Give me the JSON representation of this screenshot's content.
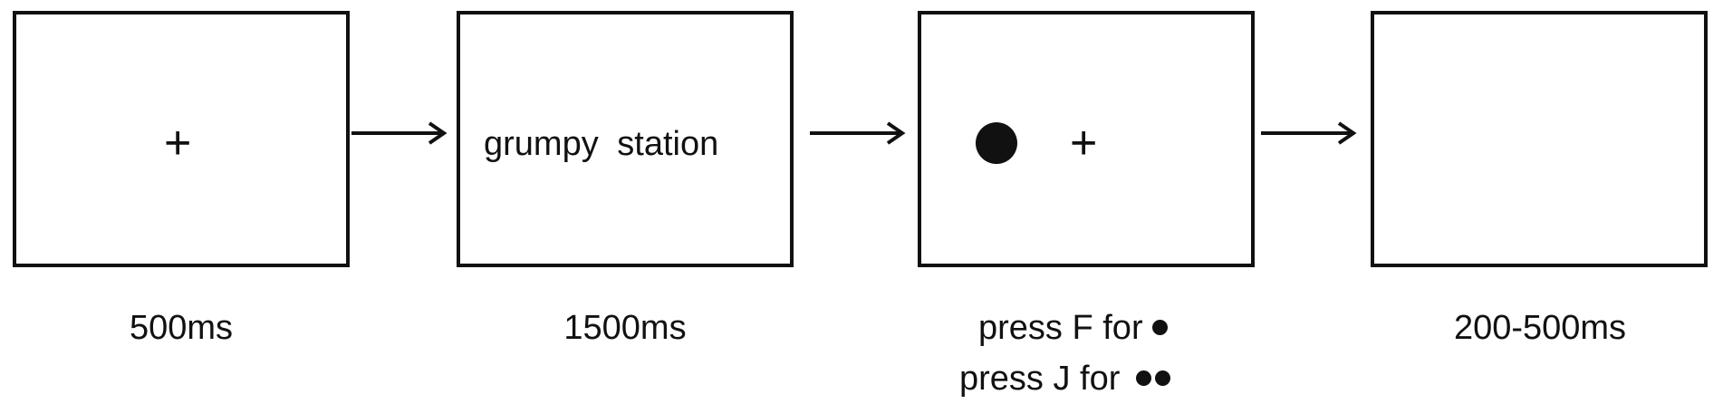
{
  "frames": [
    {
      "fixation": "+",
      "duration": "500ms"
    },
    {
      "words": "grumpy station",
      "duration": "1500ms"
    },
    {
      "fixation": "+",
      "response": [
        "press F for",
        "press J for"
      ]
    },
    {
      "duration": "200-500ms"
    }
  ],
  "colors": {
    "ink": "#111111",
    "background": "#ffffff"
  },
  "icons": {
    "arrow": "right-arrow-icon",
    "probe": "dot-probe-icon",
    "single_dot": "single-dot-icon",
    "double_dot": "double-dot-icon"
  }
}
